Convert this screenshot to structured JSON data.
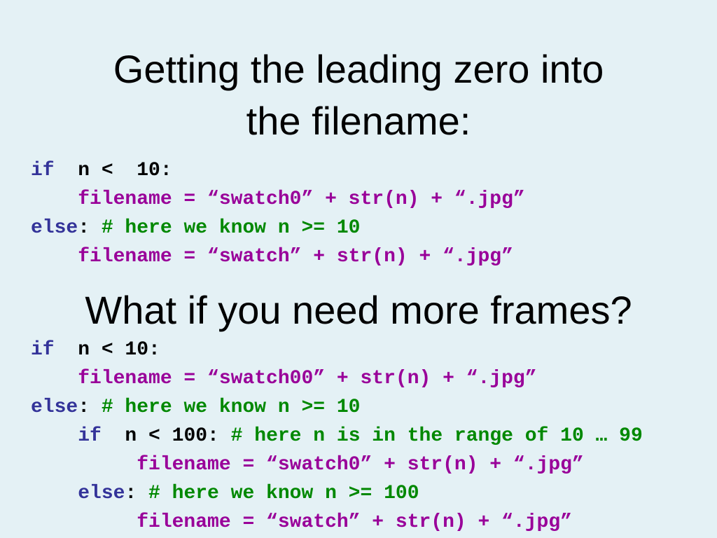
{
  "slide": {
    "title_line1": "Getting the leading zero into",
    "title_line2": "the filename:",
    "subtitle": "What if you need more frames?",
    "colors": {
      "background": "#e4f1f5",
      "keyword": "#333399",
      "string_expr": "#990099",
      "comment": "#008800",
      "text": "#000000"
    }
  },
  "code_a": [
    [
      {
        "t": "kw",
        "v": "if"
      },
      {
        "t": "tx",
        "v": "  n <  10:"
      }
    ],
    [
      {
        "t": "st",
        "v": "    filename = “swatch0” + str(n) + “.jpg”"
      }
    ],
    [
      {
        "t": "kw",
        "v": "else"
      },
      {
        "t": "tx",
        "v": ": "
      },
      {
        "t": "cm",
        "v": "# here we know n >= 10"
      }
    ],
    [
      {
        "t": "st",
        "v": "    filename = “swatch” + str(n) + “.jpg”"
      }
    ]
  ],
  "code_b": [
    [
      {
        "t": "kw",
        "v": "if"
      },
      {
        "t": "tx",
        "v": "  n < 10:"
      }
    ],
    [
      {
        "t": "st",
        "v": "    filename = “swatch00” + str(n) + “.jpg”"
      }
    ],
    [
      {
        "t": "kw",
        "v": "else"
      },
      {
        "t": "tx",
        "v": ": "
      },
      {
        "t": "cm",
        "v": "# here we know n >= 10"
      }
    ],
    [
      {
        "t": "kw",
        "v": "    if"
      },
      {
        "t": "tx",
        "v": "  n < 100: "
      },
      {
        "t": "cm",
        "v": "# here n is in the range of 10 … 99"
      }
    ],
    [
      {
        "t": "st",
        "v": "         filename = “swatch0” + str(n) + “.jpg”"
      }
    ],
    [
      {
        "t": "kw",
        "v": "    else"
      },
      {
        "t": "tx",
        "v": ": "
      },
      {
        "t": "cm",
        "v": "# here we know n >= 100"
      }
    ],
    [
      {
        "t": "st",
        "v": "         filename = “swatch” + str(n) + “.jpg”"
      }
    ]
  ]
}
